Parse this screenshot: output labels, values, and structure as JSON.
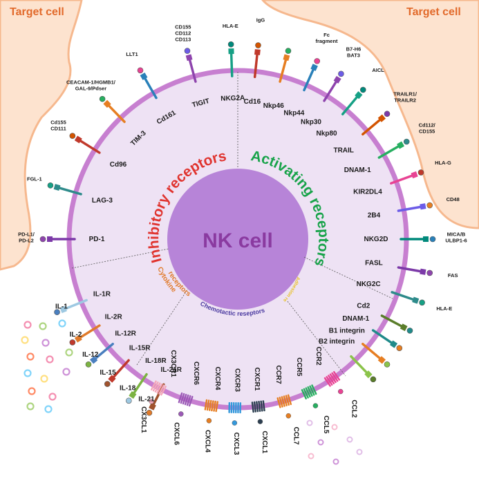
{
  "target_cell_left": "Target cell",
  "target_cell_right": "Target cell",
  "center_label": "NK cell",
  "inhibitory_title": "Inhibitory receptors",
  "activating_title": "Activating receptors",
  "cytokine_title": "Cytokine receptors",
  "adhesion_title": "Adhesion receptors",
  "chemotactic_title": "Chemotactic reseptors",
  "colors": {
    "target_fill": "#fde3cf",
    "target_border": "#f6b88e",
    "membrane": "#c77fd0",
    "cytoplasm": "#eee2f4",
    "nucleus": "#b784d8",
    "nucleus_text": "#8a3aa0",
    "inhibitory": "#e0342f",
    "activating": "#18a34a",
    "cytokine": "#e07a2a",
    "adhesion": "#e8c22a",
    "chemotactic": "#4b3aa0"
  },
  "inhibitory": [
    {
      "receptor": "PD-1",
      "ligand": "PD-L1/\nPD-L2"
    },
    {
      "receptor": "LAG-3",
      "ligand": "FGL-1"
    },
    {
      "receptor": "Cd96",
      "ligand": "Cd155\nCD111"
    },
    {
      "receptor": "TIM-3",
      "ligand": "CEACAM-1/HGMB1/\nGAL-9/Pdser"
    },
    {
      "receptor": "Cd161",
      "ligand": "LLT1"
    },
    {
      "receptor": "TIGIT",
      "ligand": "CD155\nCD112\nCD113"
    },
    {
      "receptor": "NKG2A",
      "ligand": "HLA-E"
    }
  ],
  "activating": [
    {
      "receptor": "Cd16",
      "ligand": "IgG"
    },
    {
      "receptor": "Nkp46",
      "ligand": ""
    },
    {
      "receptor": "Nkp44",
      "ligand": "Fc\nfragment"
    },
    {
      "receptor": "Nkp30",
      "ligand": "B7-H6\nBAT3"
    },
    {
      "receptor": "Nkp80",
      "ligand": "AICL"
    },
    {
      "receptor": "TRAIL",
      "ligand": "TRAILR1/\nTRAILR2"
    },
    {
      "receptor": "DNAM-1",
      "ligand": "Cd112/\nCD155"
    },
    {
      "receptor": "KIR2DL4",
      "ligand": "HLA-G"
    },
    {
      "receptor": "2B4",
      "ligand": "CD48"
    },
    {
      "receptor": "NKG2D",
      "ligand": "MICA/B\nULBP1-6"
    },
    {
      "receptor": "FASL",
      "ligand": "FAS"
    },
    {
      "receptor": "NKG2C",
      "ligand": "HLA-E"
    }
  ],
  "adhesion": [
    "Cd2",
    "DNAM-1",
    "B1 integrin",
    "B2 integrin"
  ],
  "cytokine": [
    {
      "receptor": "IL-1R",
      "ligand": "IL-1"
    },
    {
      "receptor": "IL-2R",
      "ligand": "IL-2"
    },
    {
      "receptor": "IL-12R",
      "ligand": "IL-12"
    },
    {
      "receptor": "IL-15R",
      "ligand": "IL-15"
    },
    {
      "receptor": "IL-18R",
      "ligand": "IL-18"
    },
    {
      "receptor": "IL-21R",
      "ligand": "IL-21"
    }
  ],
  "chemotactic": [
    {
      "receptor": "CX3CR1",
      "ligand": "CX3CL1"
    },
    {
      "receptor": "CXCR6",
      "ligand": "CXCL6"
    },
    {
      "receptor": "CXCR4",
      "ligand": "CXCL4"
    },
    {
      "receptor": "CXCR3",
      "ligand": "CXCL3"
    },
    {
      "receptor": "CXCR1",
      "ligand": "CXCL1"
    },
    {
      "receptor": "CCR7",
      "ligand": "CCL7"
    },
    {
      "receptor": "CCR5",
      "ligand": "CCL5"
    },
    {
      "receptor": "CCR2",
      "ligand": "CCL2"
    }
  ]
}
